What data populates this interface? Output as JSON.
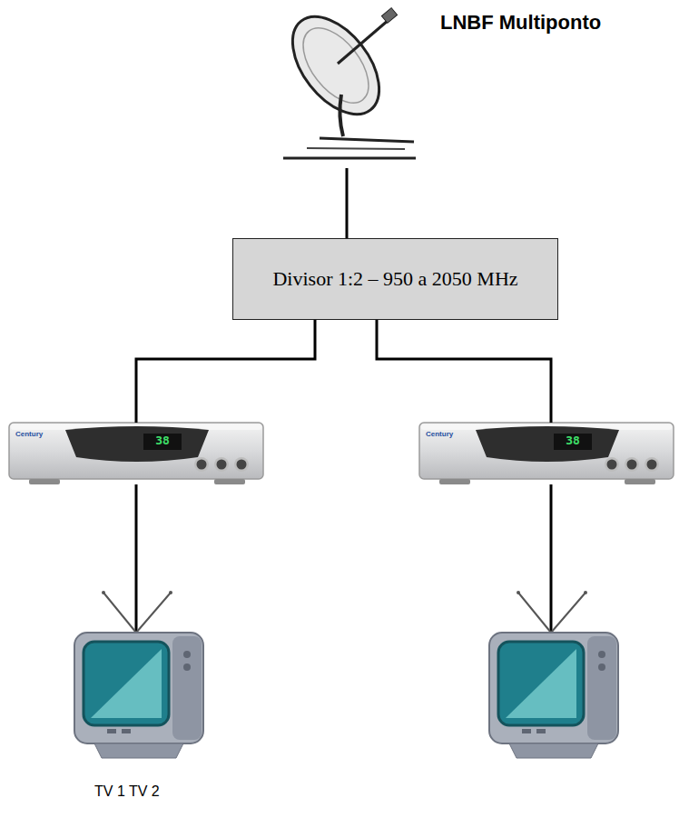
{
  "diagram": {
    "nodes": [
      {
        "text": [
          "LNBF Multiponto"
        ]
      },
      {
        "text": [
          "Divisor 1:2 – 950 a 2050 MHz"
        ]
      },
      {
        "text": [
          "Century",
          "38"
        ]
      },
      {
        "text": [
          "Century",
          "38"
        ]
      }
    ],
    "edges": [
      {
        "from": 0,
        "to": 1,
        "arrow": "none"
      },
      {
        "from": 1,
        "to": 2,
        "arrow": "none"
      },
      {
        "from": 1,
        "to": 3,
        "arrow": "none"
      }
    ],
    "labels": [
      "TV 1 TV 2"
    ]
  }
}
